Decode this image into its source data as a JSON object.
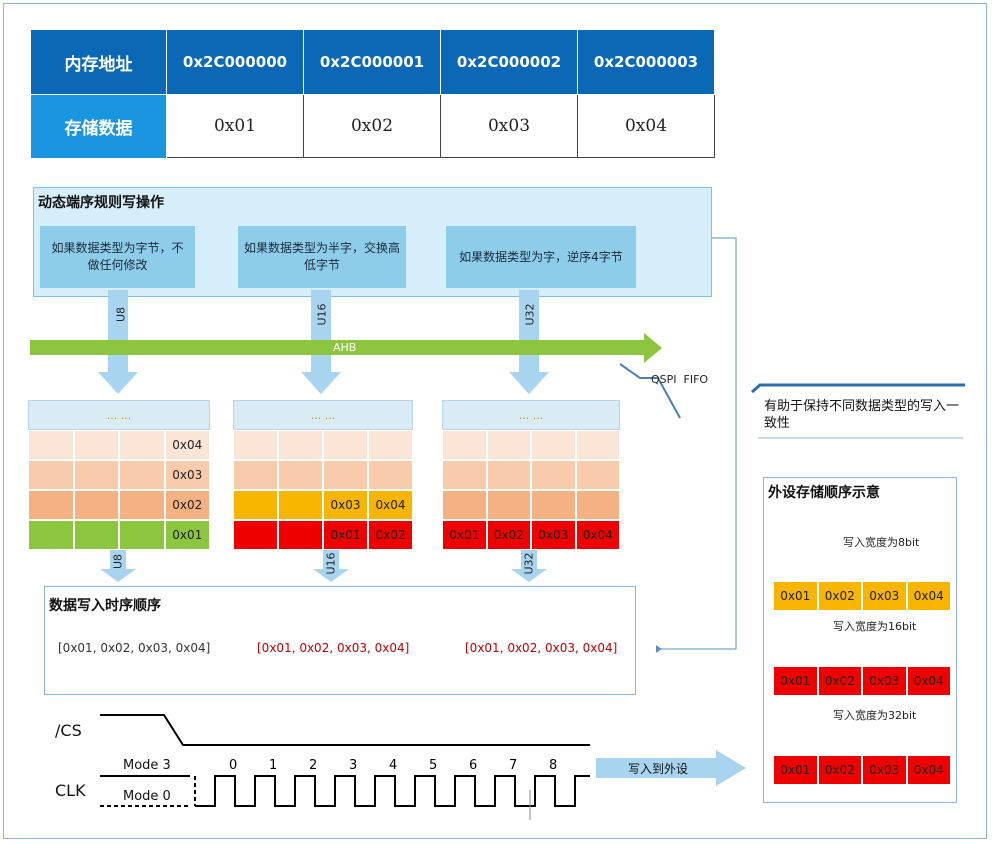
{
  "table": {
    "addr_label": "内存地址",
    "data_label": "存储数据",
    "addresses": [
      "0x2C000000",
      "0x2C000001",
      "0x2C000002",
      "0x2C000003"
    ],
    "values": [
      "0x01",
      "0x02",
      "0x03",
      "0x04"
    ]
  },
  "rules": {
    "title": "动态端序规则写操作",
    "items": [
      "如果数据类型为字节，不做任何修改",
      "如果数据类型为半字，交换高低字节",
      "如果数据类型为字，逆序4字节"
    ],
    "types": [
      "U8",
      "U16",
      "U32"
    ]
  },
  "bus": {
    "ahb_label": "AHB",
    "fifo_label": "QSPI  FIFO"
  },
  "fifo": {
    "ellipsis": "... ...",
    "u8_cells": [
      "0x04",
      "0x03",
      "0x02",
      "0x01"
    ],
    "u16_top": [
      "0x03",
      "0x04"
    ],
    "u16_bottom": [
      "0x01",
      "0x02"
    ],
    "u32_bottom": [
      "0x01",
      "0x02",
      "0x03",
      "0x04"
    ]
  },
  "sequence": {
    "title": "数据写入时序顺序",
    "lists": [
      "[0x01, 0x02, 0x03, 0x04]",
      "[0x01, 0x02, 0x03, 0x04]",
      "[0x01, 0x02, 0x03, 0x04]"
    ]
  },
  "note": "有助于保持不同数据类型的写入一致性",
  "peripheral": {
    "title": "外设存储顺序示意",
    "widths": [
      "写入宽度为8bit",
      "写入宽度为16bit",
      "写入宽度为32bit"
    ],
    "cells": [
      "0x01",
      "0x02",
      "0x03",
      "0x04"
    ]
  },
  "timing": {
    "cs_label": "/CS",
    "clk_label": "CLK",
    "mode3": "Mode 3",
    "mode0": "Mode 0",
    "clock_numbers": [
      "0",
      "1",
      "2",
      "3",
      "4",
      "5",
      "6",
      "7",
      "8"
    ],
    "write_label": "写入到外设"
  },
  "colors": {
    "header_blue": "#0a68b4",
    "label_blue": "#1a96e0",
    "green": "#8cc63f",
    "red": "#ee0000",
    "amber": "#f7b500",
    "peach1": "#fbe5d6",
    "peach2": "#f8cbad",
    "peach3": "#f4b183"
  }
}
